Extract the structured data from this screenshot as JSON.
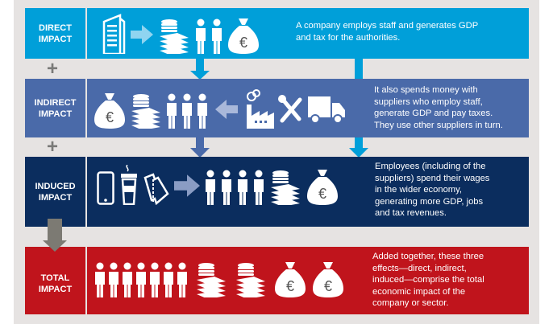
{
  "colors": {
    "direct": "#009fd9",
    "indirect": "#4a6aa9",
    "induced": "#0b2d5e",
    "total": "#c0141c",
    "background": "#e6e3e2",
    "plus": "#7a7a78"
  },
  "rows": [
    {
      "label_1": "DIRECT",
      "label_2": "IMPACT",
      "text": [
        "A company employs staff and generates GDP",
        "and tax for the authorities."
      ],
      "icons": [
        "building-icon",
        "arrow-right-icon",
        "coins-banknotes-icon",
        "person-icon",
        "person-icon",
        "money-bag-euro-icon"
      ]
    },
    {
      "label_1": "INDIRECT",
      "label_2": "IMPACT",
      "text": [
        "It also spends money with",
        "suppliers who employ staff,",
        "generate GDP and pay taxes.",
        "They use other suppliers in turn."
      ],
      "icons": [
        "money-bag-euro-icon",
        "coins-banknotes-icon",
        "person-icon",
        "person-icon",
        "person-icon",
        "arrow-left-icon",
        "factory-icon",
        "tools-icon",
        "truck-icon"
      ]
    },
    {
      "label_1": "INDUCED",
      "label_2": "IMPACT",
      "text": [
        "Employees (including of the",
        "suppliers) spend their wages",
        "in the wider economy,",
        "generating more GDP, jobs",
        "and tax revenues."
      ],
      "icons": [
        "smartphone-icon",
        "coffee-cup-icon",
        "ticket-icon",
        "arrow-right-icon",
        "person-icon",
        "person-icon",
        "person-icon",
        "person-icon",
        "coins-banknotes-icon",
        "money-bag-euro-icon"
      ]
    },
    {
      "label_1": "TOTAL",
      "label_2": "IMPACT",
      "text": [
        "Added together, these three",
        "effects—direct, indirect,",
        "induced—comprise the total",
        "economic impact of the",
        "company or sector."
      ],
      "icons": [
        "person-icon",
        "person-icon",
        "person-icon",
        "person-icon",
        "person-icon",
        "person-icon",
        "person-icon",
        "coins-banknotes-icon",
        "coins-banknotes-icon",
        "money-bag-euro-icon",
        "money-bag-euro-icon"
      ]
    }
  ],
  "plus_sign": "+"
}
